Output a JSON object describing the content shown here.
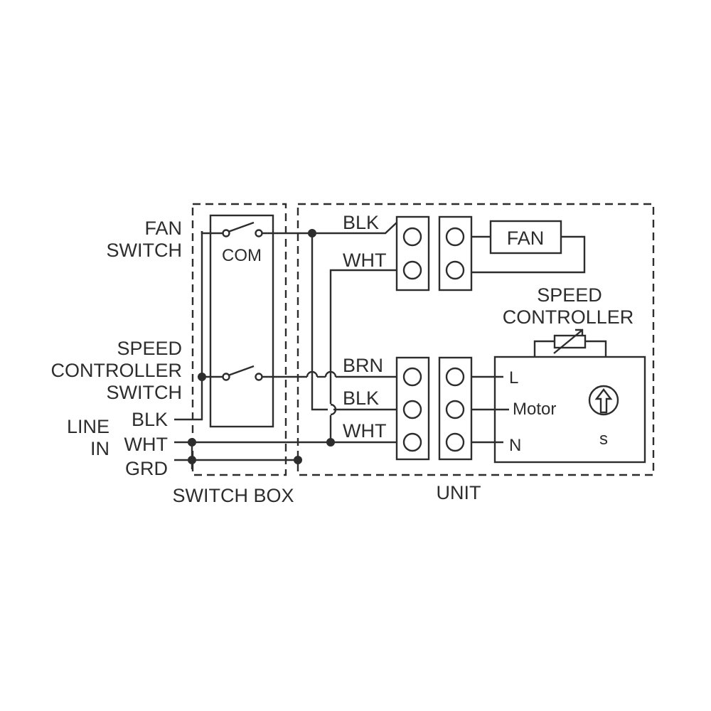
{
  "labels": {
    "fan_switch_1": "FAN",
    "fan_switch_2": "SWITCH",
    "com": "COM",
    "speed_ctrl_sw_1": "SPEED",
    "speed_ctrl_sw_2": "CONTROLLER",
    "speed_ctrl_sw_3": "SWITCH",
    "line_in_1": "LINE",
    "line_in_2": "IN",
    "line_blk": "BLK",
    "line_wht": "WHT",
    "line_grd": "GRD",
    "switch_box": "SWITCH BOX",
    "unit": "UNIT",
    "wire_blk_top": "BLK",
    "wire_wht_top": "WHT",
    "wire_brn": "BRN",
    "wire_blk_bottom": "BLK",
    "wire_wht_bottom": "WHT",
    "fan": "FAN",
    "speed_ctrl_1": "SPEED",
    "speed_ctrl_2": "CONTROLLER",
    "motor_l": "L",
    "motor_label": "Motor",
    "motor_n": "N",
    "motor_s": "s"
  },
  "colors": {
    "ink": "#2d2d2d",
    "background": "#ffffff"
  }
}
